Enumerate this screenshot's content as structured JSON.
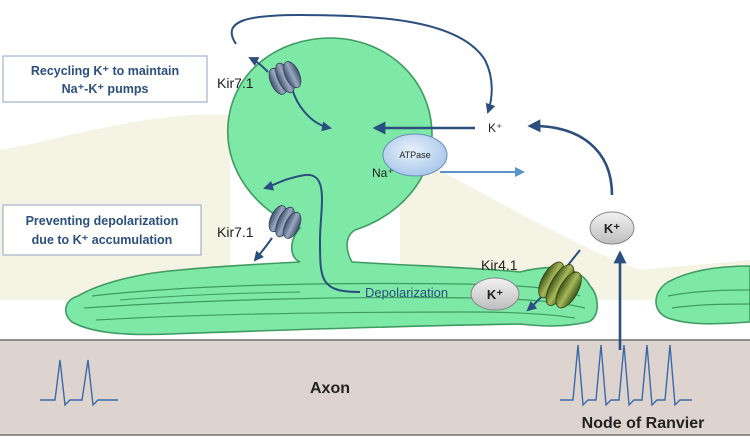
{
  "callouts": {
    "recycling": [
      "Recycling K⁺ to maintain",
      "Na⁺-K⁺ pumps"
    ],
    "preventing": [
      "Preventing depolarization",
      "due to K⁺ accumulation"
    ]
  },
  "labels": {
    "kir71_top": "Kir7.1",
    "kir71_bottom": "Kir7.1",
    "kir41": "Kir4.1",
    "atpase": "ATPase",
    "na_plus": "Na⁺",
    "k_plus_top": "K⁺",
    "k_plus_bubble_right": "K⁺",
    "k_plus_bubble_center": "K⁺",
    "depolarization": "Depolarization",
    "axon": "Axon",
    "node_of_ranvier": "Node of Ranvier"
  },
  "colors": {
    "background": "#ffffff",
    "shadow_band": "#f4f3e4",
    "cell": "#7ee8a7",
    "cell_outline": "#3f9b61",
    "axon": "#ddd4d0",
    "arrow": "#2b4f7e",
    "na_arrow": "#5a93c9",
    "atpase": "#bcd6f0",
    "channel_blue": "#5b6f8f",
    "channel_green": "#6b8a2e",
    "bubble": "#d4d4d4"
  }
}
